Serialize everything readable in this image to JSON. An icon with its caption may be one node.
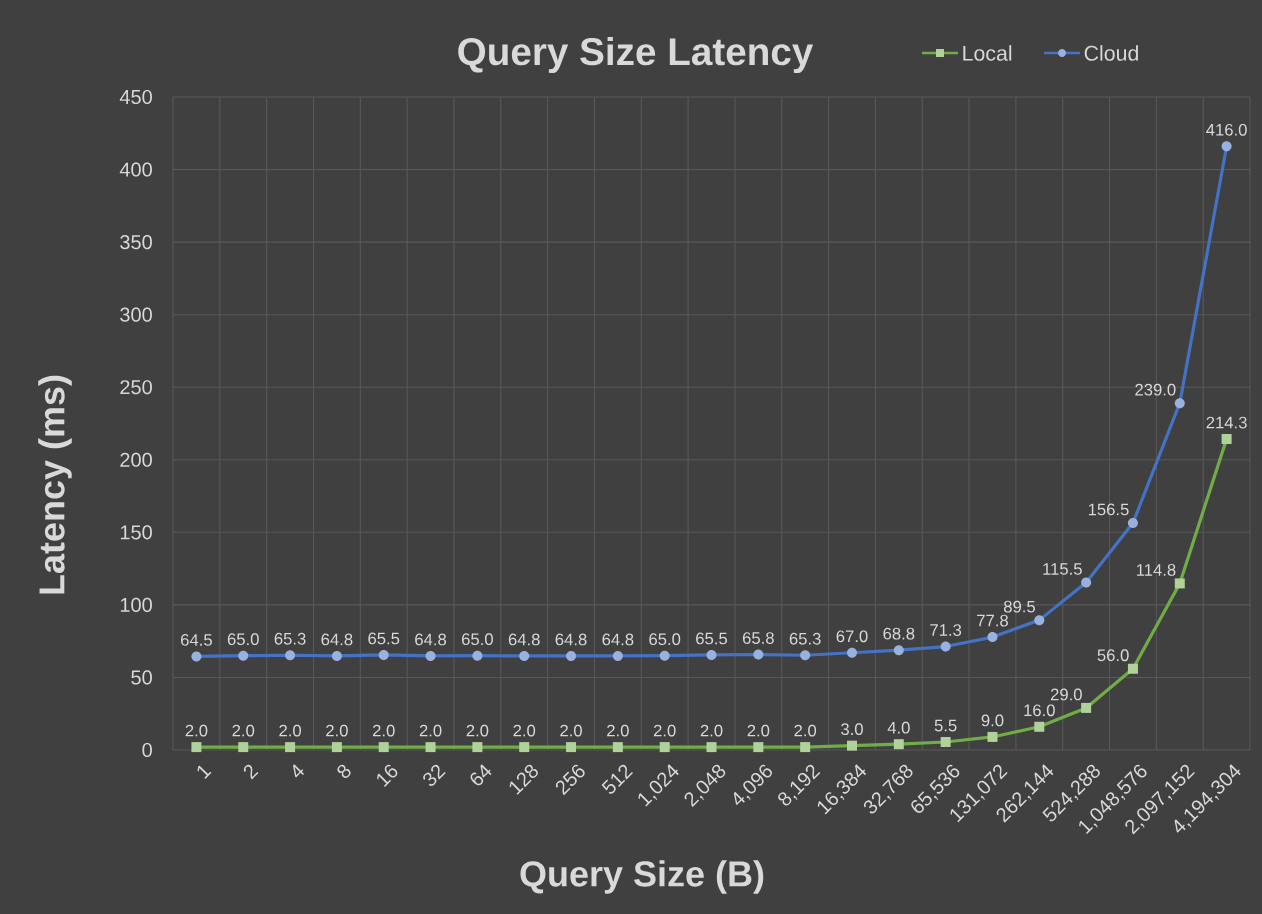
{
  "diagram": {
    "chart_data": {
      "type": "line",
      "title": "Query Size Latency",
      "xlabel": "Query Size (B)",
      "ylabel": "Latency (ms)",
      "categories": [
        "1",
        "2",
        "4",
        "8",
        "16",
        "32",
        "64",
        "128",
        "256",
        "512",
        "1,024",
        "2,048",
        "4,096",
        "8,192",
        "16,384",
        "32,768",
        "65,536",
        "131,072",
        "262,144",
        "524,288",
        "1,048,576",
        "2,097,152",
        "4,194,304"
      ],
      "series": [
        {
          "name": "Local",
          "color": "#70ad47",
          "marker": "square",
          "values": [
            2.0,
            2.0,
            2.0,
            2.0,
            2.0,
            2.0,
            2.0,
            2.0,
            2.0,
            2.0,
            2.0,
            2.0,
            2.0,
            2.0,
            3.0,
            4.0,
            5.5,
            9.0,
            16.0,
            29.0,
            56.0,
            114.8,
            214.3
          ],
          "value_labels": [
            "2.0",
            "2.0",
            "2.0",
            "2.0",
            "2.0",
            "2.0",
            "2.0",
            "2.0",
            "2.0",
            "2.0",
            "2.0",
            "2.0",
            "2.0",
            "2.0",
            "3.0",
            "4.0",
            "5.5",
            "9.0",
            "16.0",
            "29.0",
            "56.0",
            "114.8",
            "214.3"
          ]
        },
        {
          "name": "Cloud",
          "color": "#4472c4",
          "marker": "circle",
          "values": [
            64.5,
            65.0,
            65.3,
            64.8,
            65.5,
            64.8,
            65.0,
            64.8,
            64.8,
            64.8,
            65.0,
            65.5,
            65.8,
            65.3,
            67.0,
            68.8,
            71.3,
            77.8,
            89.5,
            115.5,
            156.5,
            239.0,
            416.0
          ],
          "value_labels": [
            "64.5",
            "65.0",
            "65.3",
            "64.8",
            "65.5",
            "64.8",
            "65.0",
            "64.8",
            "64.8",
            "64.8",
            "65.0",
            "65.5",
            "65.8",
            "65.3",
            "67.0",
            "68.8",
            "71.3",
            "77.8",
            "89.5",
            "115.5",
            "156.5",
            "239.0",
            "416.0"
          ]
        }
      ],
      "ylim": [
        0,
        450
      ],
      "yticks": [
        0,
        50,
        100,
        150,
        200,
        250,
        300,
        350,
        400,
        450
      ],
      "grid": true,
      "legend": true
    }
  }
}
